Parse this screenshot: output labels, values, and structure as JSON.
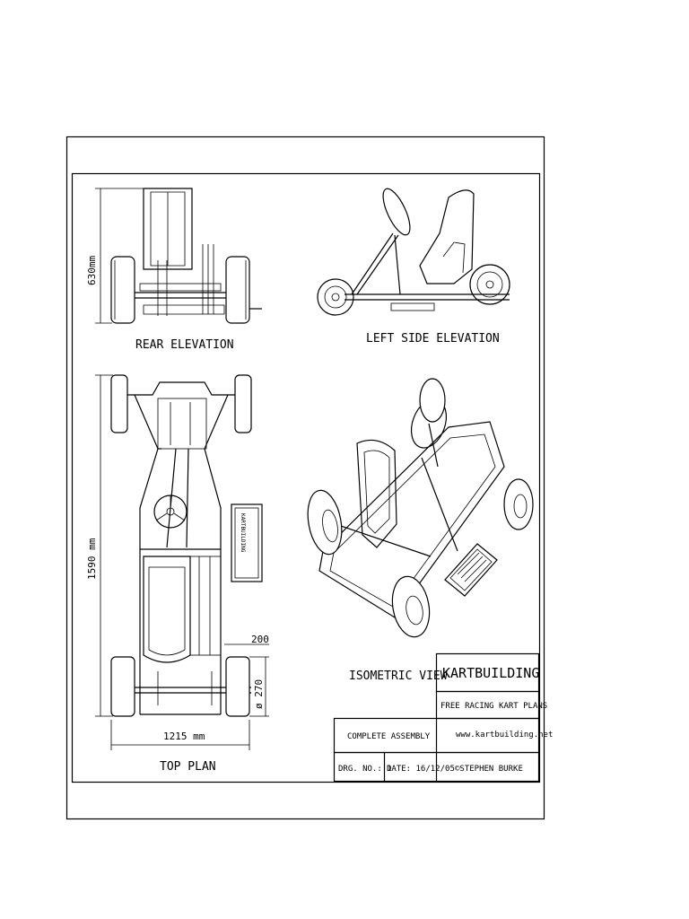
{
  "views": {
    "rear_elevation": {
      "title": "REAR ELEVATION",
      "height_dim": "630mm"
    },
    "left_side_elevation": {
      "title": "LEFT SIDE ELEVATION"
    },
    "top_plan": {
      "title": "TOP PLAN",
      "length_dim": "1590 mm",
      "width_dim": "1215 mm",
      "offset_dim": "200",
      "wheel_dim": "ø 270"
    },
    "isometric_view": {
      "title": "ISOMETRIC VIEW"
    },
    "plaque_text": "KARTBUILDING"
  },
  "title_block": {
    "brand": "KARTBUILDING",
    "subtitle": "FREE RACING KART PLANS",
    "drawing_title": "COMPLETE ASSEMBLY",
    "url": "www.kartbuilding.net",
    "drawing_no": "DRG. NO.: 1",
    "date": "DATE: 16/12/05",
    "author": "©STEPHEN BURKE"
  }
}
